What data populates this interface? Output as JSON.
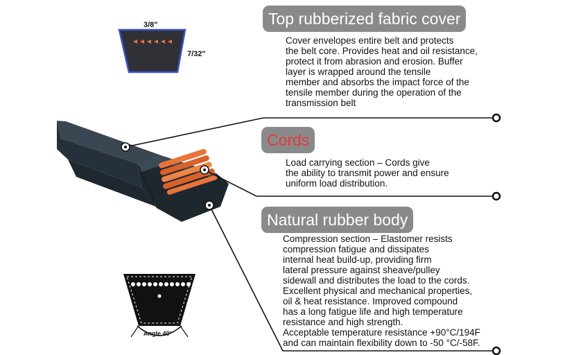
{
  "sections": [
    {
      "title": "Top rubberized fabric cover",
      "lines": [
        "Cover envelopes entire belt and protects",
        "the belt core. Provides heat and oil resistance,",
        "protect it from abrasion and erosion. Buffer",
        "layer is wrapped around the tensile",
        "member and absorbs the impact force of the",
        "tensile member during the operation of the",
        "transmission belt"
      ]
    },
    {
      "title": "Cords",
      "title_color": "#e53935",
      "lines": [
        "Load carrying section – Cords give",
        "the ability to transmit power and ensure",
        "uniform load distribution."
      ]
    },
    {
      "title": "Natural rubber body",
      "lines": [
        "Compression section – Elastomer resists",
        "compression fatigue and dissipates",
        "internal heat build-up, providing firm",
        "lateral pressure against sheave/pulley",
        "sidewall and distributes the load to the cords.",
        "Excellent physical and mechanical properties,",
        "oil & heat resistance. Improved compound",
        "has a long fatigue life and high temperature",
        "resistance and high strength.",
        "Acceptable temperature resistance +90°C/194F",
        "and can maintain flexibility down to -50 °C/-58F."
      ]
    }
  ],
  "profile": {
    "width_label": "3/8\"",
    "height_label": "7/32\""
  },
  "angle_label": "Angle 40°",
  "colors": {
    "pill_bg": "#8a8a8a",
    "belt": "#2e3a44",
    "cord": "#e8743a",
    "accent_red": "#e53935"
  }
}
